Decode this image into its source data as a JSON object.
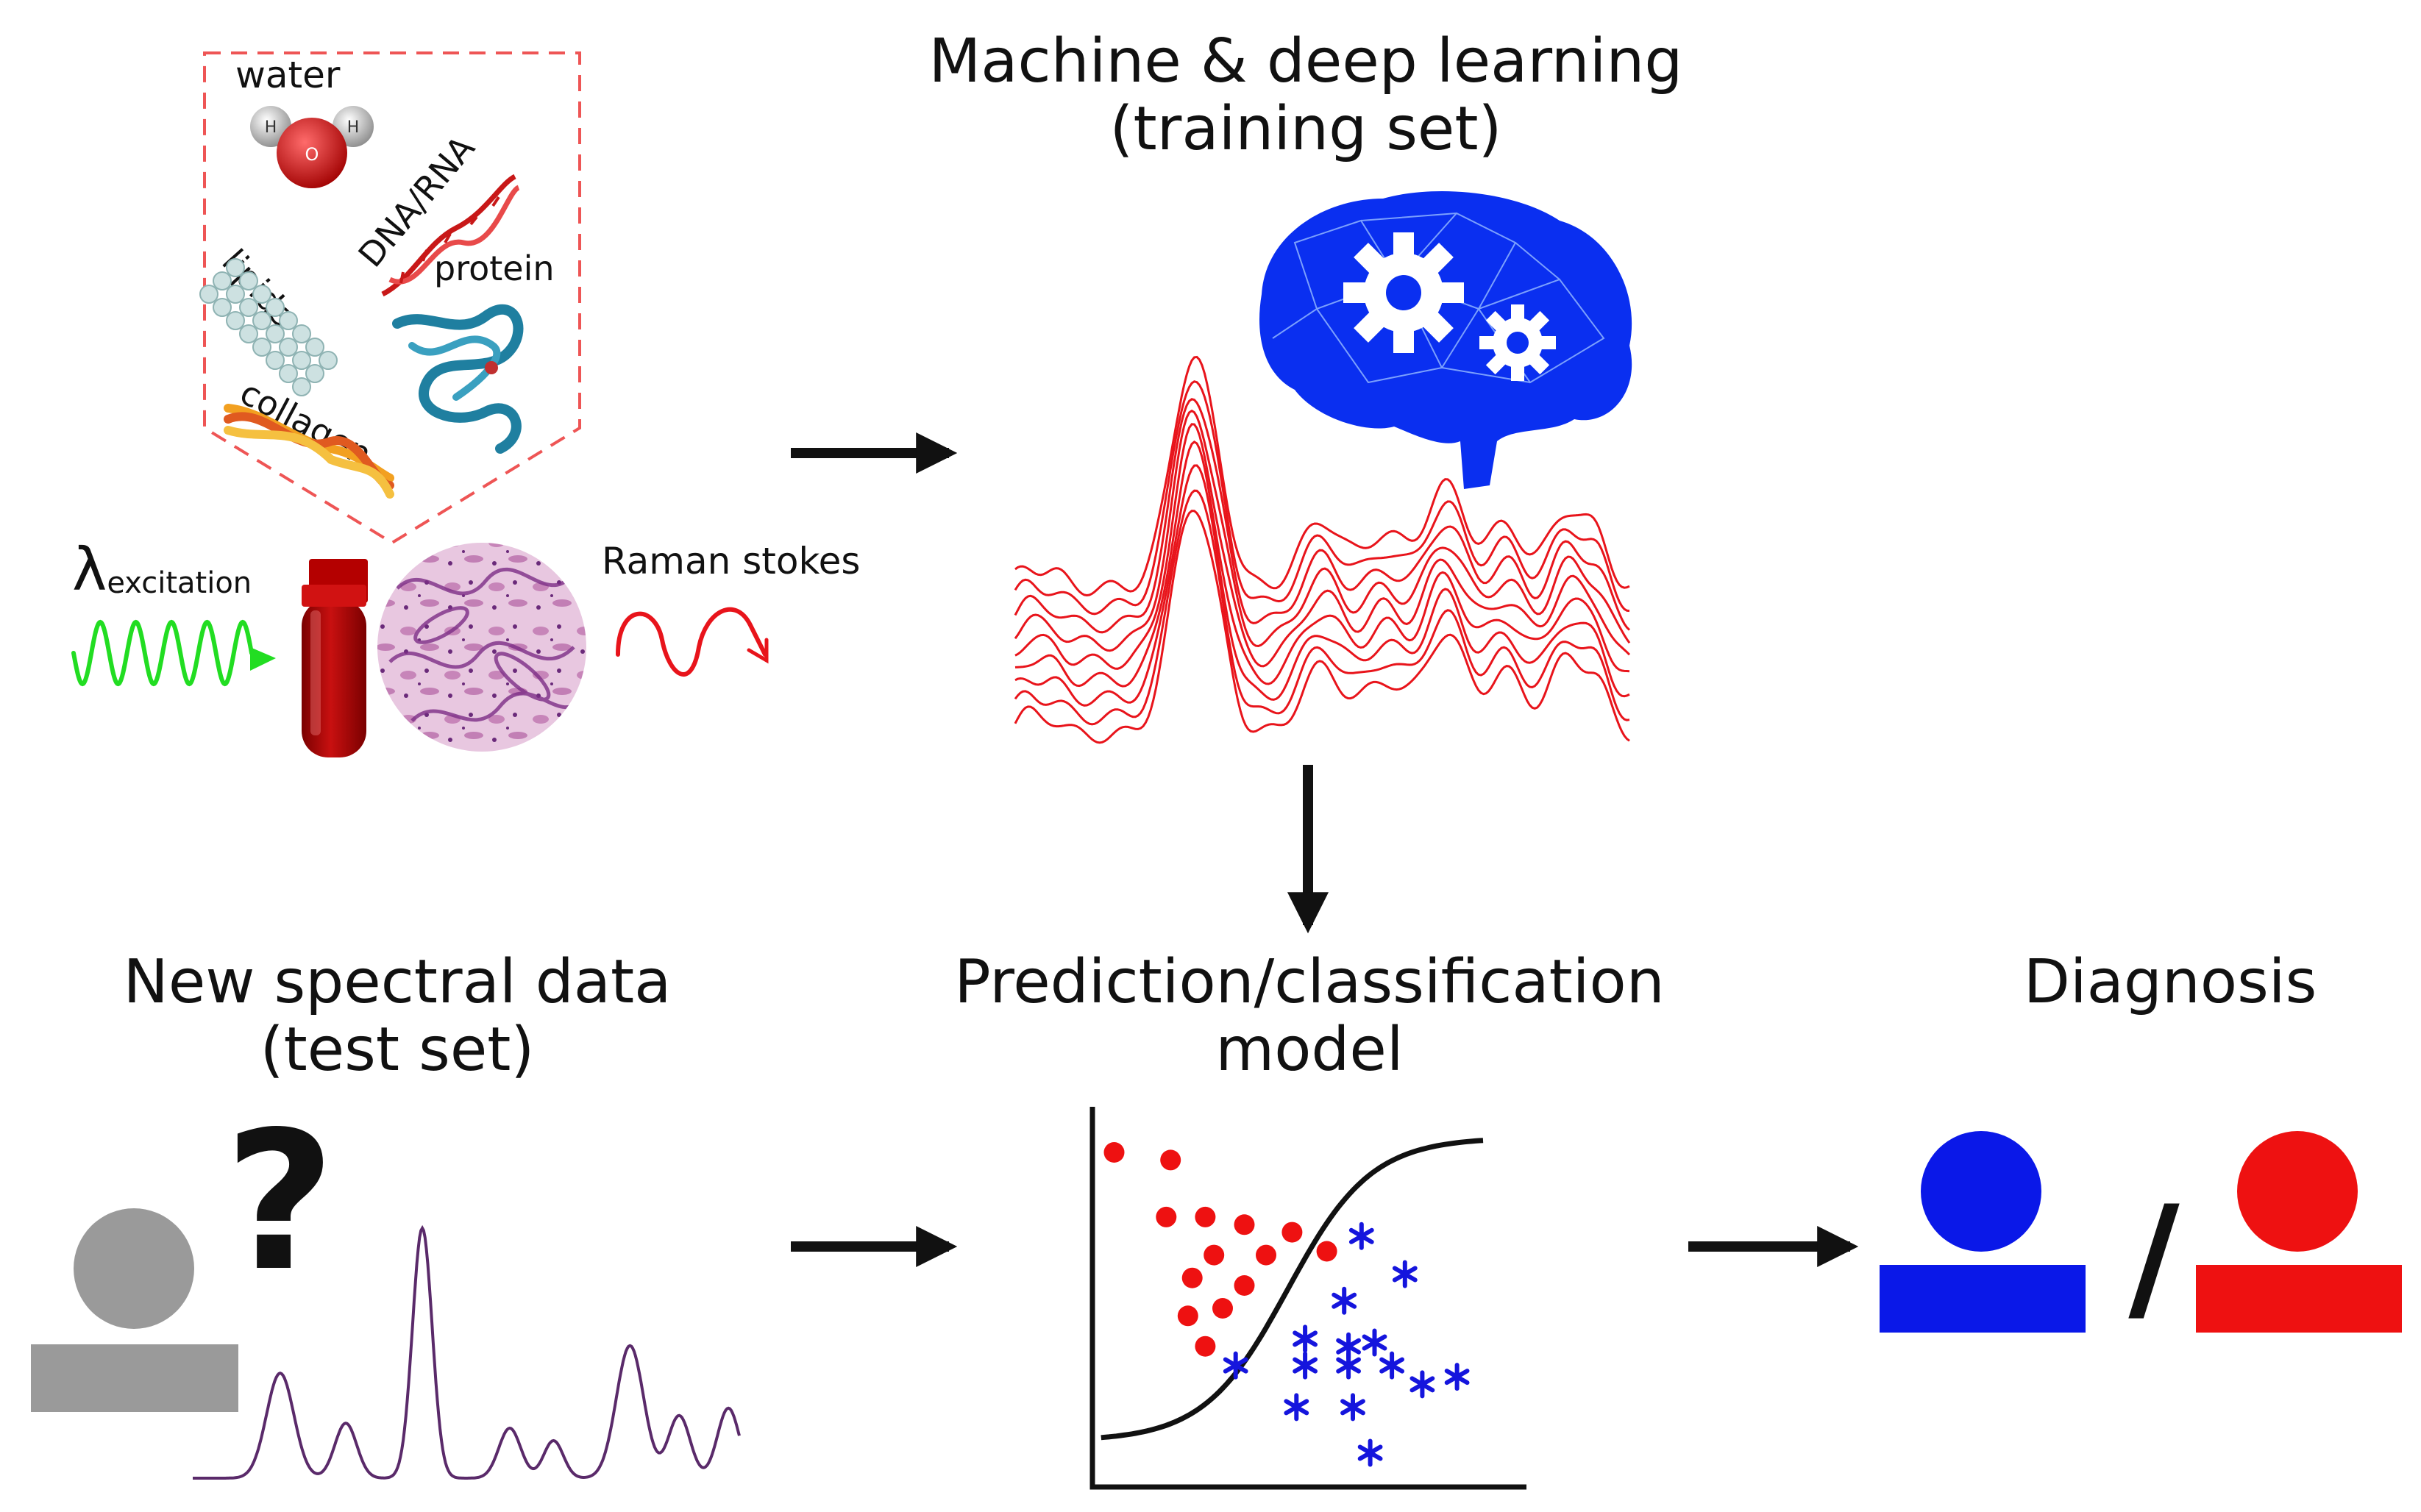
{
  "labels": {
    "ml_title_line1": "Machine & deep learning",
    "ml_title_line2": "(training set)",
    "new_data_line1": "New spectral data",
    "new_data_line2": "(test set)",
    "model_line1": "Prediction/classification",
    "model_line2": "model",
    "diagnosis": "Diagnosis",
    "molecules": [
      "water",
      "lipids",
      "DNA/RNA",
      "protein",
      "collagen"
    ],
    "atom_h": "H",
    "atom_o": "O",
    "excitation_symbol": "λ",
    "excitation_subscript": "excitation",
    "raman": "Raman stokes",
    "question": "?",
    "slash": "/"
  },
  "colors": {
    "spectra_train": "#e8141b",
    "spectrum_test": "#5a2a6a",
    "brain": "#0a2ff0",
    "excitation_wave": "#22dd22",
    "raman_wave": "#e8141b",
    "class_red": "#ee1111",
    "class_blue": "#1515dd",
    "unknown_person": "#9a9a9a",
    "dashed_border": "#ee5555"
  },
  "icons": [
    "water-molecule-icon",
    "lipid-icon",
    "dna-helix-icon",
    "protein-icon",
    "collagen-icon",
    "blood-tube-icon",
    "tissue-slice-icon",
    "brain-icon",
    "gear-icon",
    "person-icon",
    "question-mark-icon",
    "arrow-icon"
  ],
  "chart_data": {
    "type": "scatter",
    "title": "",
    "xlabel": "",
    "ylabel": "",
    "grid": false,
    "series": [
      {
        "marker": "circle",
        "color": "#ee1111",
        "points": [
          [
            0.05,
            0.88
          ],
          [
            0.18,
            0.86
          ],
          [
            0.17,
            0.71
          ],
          [
            0.26,
            0.71
          ],
          [
            0.35,
            0.69
          ],
          [
            0.46,
            0.67
          ],
          [
            0.28,
            0.61
          ],
          [
            0.4,
            0.61
          ],
          [
            0.54,
            0.62
          ],
          [
            0.23,
            0.55
          ],
          [
            0.35,
            0.53
          ],
          [
            0.22,
            0.45
          ],
          [
            0.3,
            0.47
          ],
          [
            0.26,
            0.37
          ]
        ]
      },
      {
        "marker": "star",
        "color": "#1515dd",
        "points": [
          [
            0.62,
            0.66
          ],
          [
            0.72,
            0.56
          ],
          [
            0.58,
            0.49
          ],
          [
            0.49,
            0.39
          ],
          [
            0.65,
            0.38
          ],
          [
            0.59,
            0.37
          ],
          [
            0.33,
            0.32
          ],
          [
            0.49,
            0.32
          ],
          [
            0.59,
            0.32
          ],
          [
            0.69,
            0.32
          ],
          [
            0.84,
            0.29
          ],
          [
            0.76,
            0.27
          ],
          [
            0.47,
            0.21
          ],
          [
            0.6,
            0.21
          ],
          [
            0.64,
            0.09
          ]
        ]
      }
    ],
    "boundary": "sigmoid"
  }
}
